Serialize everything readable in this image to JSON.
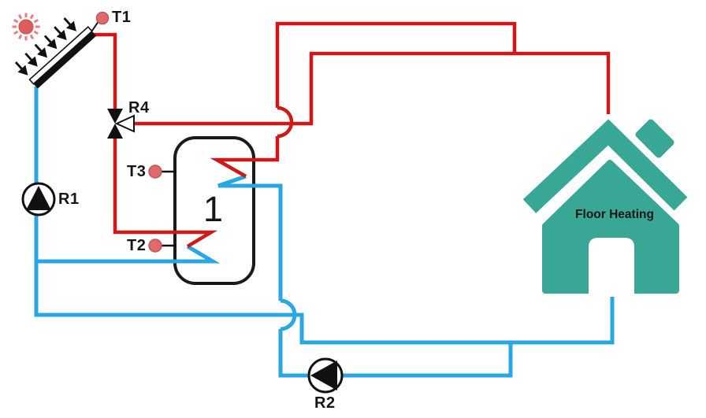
{
  "diagram": {
    "labels": {
      "t1": "T1",
      "r4": "R4",
      "t3": "T3",
      "t2": "T2",
      "r1": "R1",
      "r2": "R2",
      "tank": "1",
      "house": "Floor Heating"
    },
    "colors": {
      "hot": "#d01818",
      "cold": "#2aa7e3",
      "outline": "#151515",
      "house": "#38a795",
      "sensor": "#e06a6a",
      "sun_core": "#dd5c5c",
      "sun_rays": "#e87f7f"
    }
  }
}
